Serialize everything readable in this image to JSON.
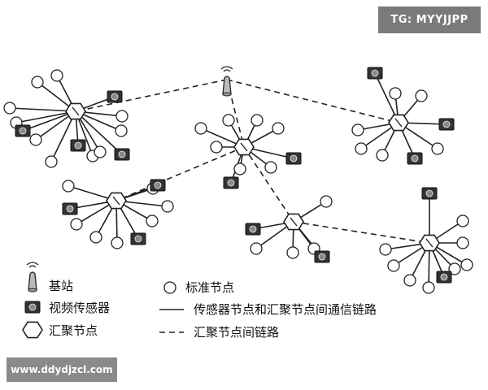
{
  "watermark": {
    "text": "TG: MYYJJPP"
  },
  "footer": {
    "url": "www.ddydjzcl.com"
  },
  "legend": {
    "base_station": "基站",
    "video_sensor": "视频传感器",
    "aggregation_node": "汇聚节点",
    "standard_node": "标准节点",
    "sensor_link": "传感器节点和汇聚节点间通信链路",
    "aggregation_link": "汇聚节点间链路"
  },
  "colors": {
    "line": "#222222",
    "camera": "#333333",
    "badge": "#7a7a7a"
  }
}
